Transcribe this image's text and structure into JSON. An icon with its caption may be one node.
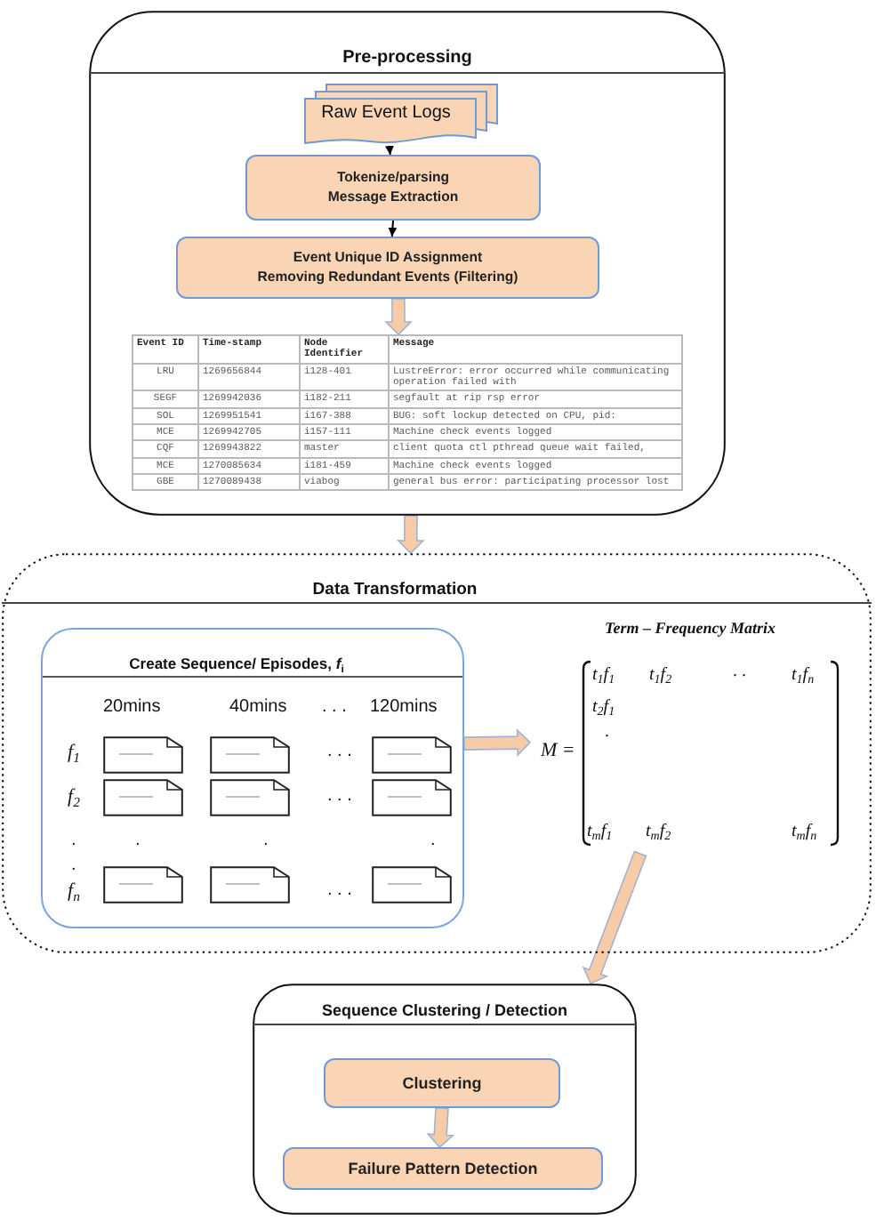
{
  "diagram": {
    "nodes": [
      {
        "text": [
          "Pre-processing"
        ]
      },
      {
        "text": [
          "Raw Event Logs"
        ],
        "in": 0
      },
      {
        "text": [
          "Tokenize/parsing",
          "Message Extraction"
        ],
        "in": 0
      },
      {
        "text": [
          "Event Unique ID Assignment",
          "Removing Redundant Events (Filtering)"
        ],
        "in": 0
      },
      {
        "text": [
          "Event ID",
          "Time-stamp",
          "Node Identifier",
          "Message",
          "LRU",
          "1269656844",
          "i128-401",
          "LustreError: error occurred while communicating operation failed with",
          "SEGF",
          "1269942036",
          "i182-211",
          "segfault at rip rsp error",
          "SOL",
          "1269951541",
          "i167-388",
          "BUG: soft lockup detected on CPU, pid:",
          "MCE",
          "1269942705",
          "i157-111",
          "Machine check events logged",
          "CQF",
          "1269943822",
          "master",
          "client quota ctl pthread queue wait failed,",
          "MCE",
          "1270085634",
          "i181-459",
          "Machine check events logged",
          "GBE",
          "1270089438",
          "viabog",
          "general bus error: participating processor lost"
        ],
        "in": 0
      },
      {
        "text": [
          "Data Transformation"
        ]
      },
      {
        "text": [
          "Create Sequence/ Episodes, *f*$_{i}$",
          "20mins",
          "40mins",
          ". . .",
          "120mins",
          "f$_{1}$",
          ". . .",
          "f$_{2}$",
          ". . .",
          ".",
          ".",
          ".",
          ".",
          ".",
          "f$_{n}$",
          ". . ."
        ],
        "in": 5
      },
      {
        "text": [
          "Term – Frequency Matrix",
          "M =",
          "t$_{1}$f$_{1}$",
          "t$_{1}$f$_{2}$",
          ". .",
          "t$_{1}$f$_{n}$",
          "t$_{2}$f$_{1}$",
          ".",
          "t$_{m}$f$_{1}$",
          "t$_{m}$f$_{2}$",
          "t$_{m}$f$_{n}$"
        ],
        "in": 5
      },
      {
        "text": [
          "Sequence Clustering / Detection"
        ]
      },
      {
        "text": [
          "Clustering"
        ],
        "in": 8
      },
      {
        "text": [
          "Failure Pattern Detection"
        ],
        "in": 8
      }
    ],
    "edges": [
      {
        "from": 1,
        "to": 2,
        "arrow": "to",
        "color": "#000000"
      },
      {
        "from": 2,
        "to": 3,
        "arrow": "to",
        "color": "#000000"
      },
      {
        "from": 3,
        "to": 4,
        "arrow": "to",
        "style": "thick"
      },
      {
        "from": 0,
        "to": 5,
        "arrow": "to",
        "style": "thick"
      },
      {
        "from": 6,
        "to": 7,
        "arrow": "to",
        "style": "thick"
      },
      {
        "from": 7,
        "to": 8,
        "arrow": "to",
        "style": "thick"
      },
      {
        "from": 9,
        "to": 10,
        "arrow": "to",
        "style": "thick"
      }
    ]
  }
}
